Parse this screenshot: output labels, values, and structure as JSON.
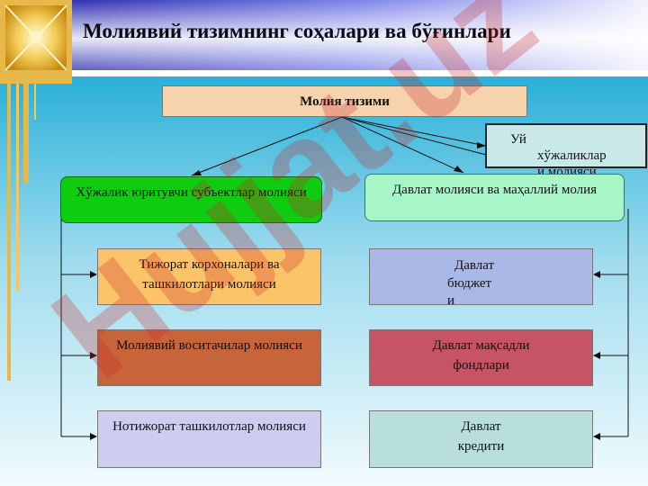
{
  "slide": {
    "title": "Молиявий тизимнинг соҳалари ва бўғинлари",
    "watermark": "Hujjat.uz"
  },
  "diagram": {
    "root": "Молия тизими",
    "household_line1": "Уй",
    "household_line2": "хўжаликлар",
    "household_line3": "и  молияси",
    "business": "Хўжалик юритувчи субъектлар молияси",
    "state": "Давлат молияси ва маҳаллий молия",
    "commercial": "Тижорат корхоналари ва ташкилотлари молияси",
    "intermediaries": "Молиявий воситачилар молияси",
    "nonprofit": "Нотижорат ташкилотлар молияси",
    "budget_line1": "Давлат",
    "budget_line2": "бюджет",
    "budget_line3": "и",
    "funds": "Давлат мақсадли фондлари",
    "credit": "Давлат кредити"
  },
  "colors": {
    "root": "#f6d3ad",
    "business": "#10cc10",
    "state": "#a8f5c8",
    "commercial": "#fbc468",
    "intermediaries": "#c8643a",
    "nonprofit": "#cfcdef",
    "budget": "#aab8e8",
    "funds": "#c65464",
    "credit": "#b8dedd",
    "household": "#c9e8ea"
  }
}
